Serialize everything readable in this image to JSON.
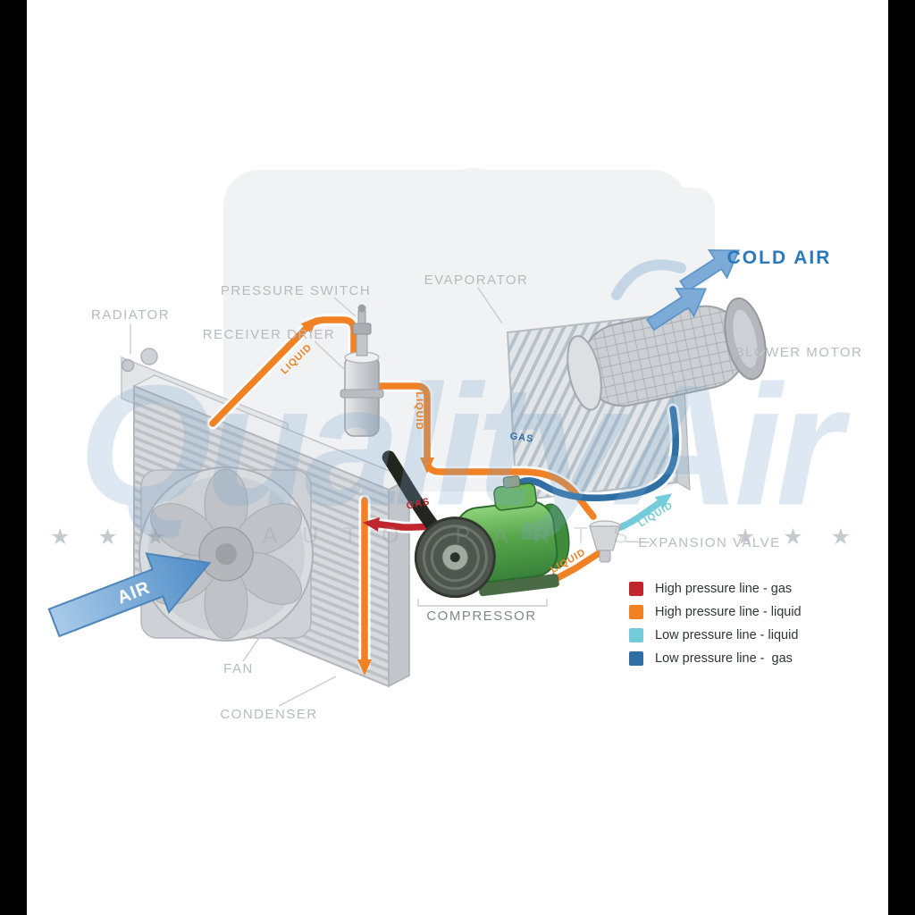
{
  "image": {
    "description": "Car air conditioning system diagram"
  },
  "watermark": {
    "main": "QualityAir",
    "sub": "AUTO PARTS",
    "stars": "★ ★ ★"
  },
  "component_labels": {
    "radiator": "RADIATOR",
    "pressure_switch": "PRESSURE SWITCH",
    "receiver_drier": "RECEIVER DRIER",
    "evaporator": "EVAPORATOR",
    "blower_motor": "BLOWER MOTOR",
    "expansion_valve": "EXPANSION VALVE",
    "compressor": "COMPRESSOR",
    "fan": "FAN",
    "condenser": "CONDENSER"
  },
  "flow_labels": {
    "cold_air": "COLD AIR",
    "air": "AIR",
    "liquid": "LIQUID",
    "gas": "GAS"
  },
  "legend": {
    "items": [
      {
        "label": "High pressure line - gas"
      },
      {
        "label": "High pressure line - liquid"
      },
      {
        "label": "Low pressure line - liquid"
      },
      {
        "label": "Low pressure line -  gas"
      }
    ]
  },
  "colors": {
    "high_gas": "#c0272d",
    "high_liquid": "#f08124",
    "low_liquid": "#74ccdb",
    "low_gas": "#2f6fa5",
    "cold_air_text": "#2b79bd",
    "air_text": "#ffffff"
  }
}
